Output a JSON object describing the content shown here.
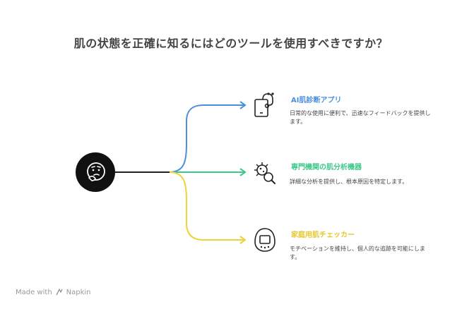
{
  "title": "肌の状態を正確に知るにはどのツールを使用すべきですか？",
  "center": {
    "icon": "thinking-face-icon"
  },
  "branches": [
    {
      "title": "AI肌診断アプリ",
      "description": "日常的な使用に便利で、迅速なフィードバックを提供します。",
      "color": "#4a8fe0",
      "icon": "stethoscope-tablet-icon"
    },
    {
      "title": "専門機関の肌分析機器",
      "description": "詳細な分析を提供し、根本原因を特定します。",
      "color": "#3ec98a",
      "icon": "microbe-magnifier-icon"
    },
    {
      "title": "家庭用肌チェッカー",
      "description": "モチベーションを維持し、個人的な追跡を可能にします。",
      "color": "#efd23a",
      "icon": "handheld-device-icon"
    }
  ],
  "footer": {
    "made_with": "Made with",
    "brand": "Napkin"
  }
}
